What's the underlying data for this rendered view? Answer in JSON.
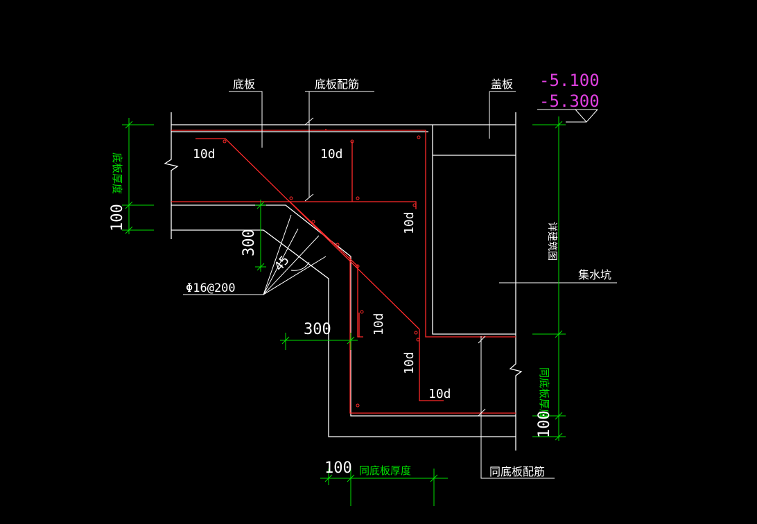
{
  "colors": {
    "background": "#000000",
    "line": "#ffffff",
    "rebar": "#ff2a2a",
    "dimension": "#00e000",
    "elevation": "#e040e0"
  },
  "labels": {
    "bottom_slab": "底板",
    "bottom_slab_rebar": "底板配筋",
    "cover_slab": "盖板",
    "see_architecture": "详建筑图",
    "sump_pit": "集水坑",
    "same_bottom_rebar": "同底板配筋",
    "rebar_spec": "Φ16@200",
    "angle": "45"
  },
  "elevations": {
    "top": "-5.100",
    "bottom": "-5.300"
  },
  "anchorage": {
    "a1": "10d",
    "a2": "10d",
    "a3": "10d",
    "a4": "10d",
    "a5": "10d",
    "a6": "10d"
  },
  "dimensions": {
    "left_thickness_label": "底板厚度",
    "left_value": "100",
    "slope_vertical": "300",
    "slope_horizontal": "300",
    "right_thickness_label": "同底板厚度",
    "right_value": "100",
    "bottom_value": "100",
    "bottom_thickness_label": "同底板厚度"
  }
}
